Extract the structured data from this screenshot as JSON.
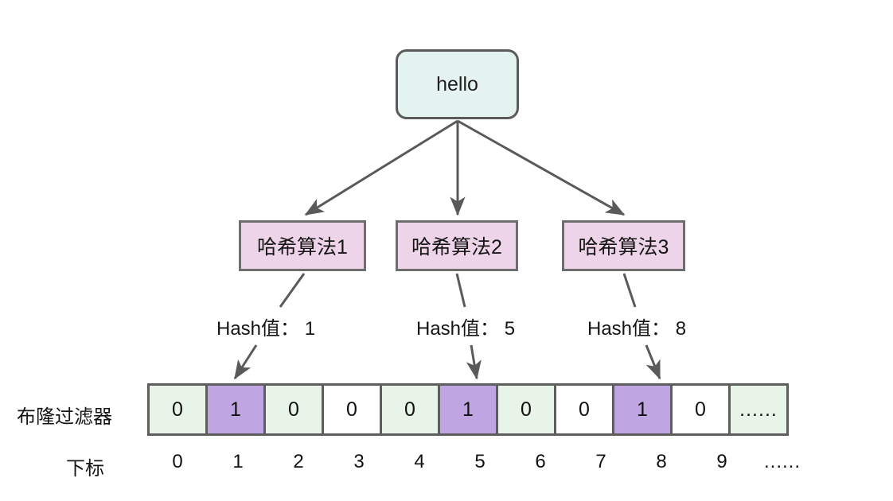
{
  "diagram": {
    "title_node": {
      "label": "hello",
      "fill": "#e4f2f0",
      "stroke": "#5a5a5a"
    },
    "hash_nodes": [
      {
        "label": "哈希算法1",
        "fill": "#eed4e8",
        "stroke": "#6d6d6d"
      },
      {
        "label": "哈希算法2",
        "fill": "#eed4e8",
        "stroke": "#6d6d6d"
      },
      {
        "label": "哈希算法3",
        "fill": "#eed4e8",
        "stroke": "#6d6d6d"
      }
    ],
    "hash_values": [
      {
        "text": "Hash值： 1",
        "value": 1
      },
      {
        "text": "Hash值： 5",
        "value": 5
      },
      {
        "text": "Hash值： 8",
        "value": 8
      }
    ],
    "bloom_filter": {
      "row_label": "布隆过滤器",
      "index_label": "下标",
      "bits": [
        "0",
        "1",
        "0",
        "0",
        "0",
        "1",
        "0",
        "0",
        "1",
        "0",
        "......"
      ],
      "indices": [
        "0",
        "1",
        "2",
        "3",
        "4",
        "5",
        "6",
        "7",
        "8",
        "9",
        "......"
      ],
      "set_bits": [
        1,
        5,
        8
      ],
      "colors": {
        "set_fill": "#bfa6e2",
        "tint_fill": "#e8f4e7",
        "empty_fill": "#ffffff",
        "border": "#5d5d5d"
      }
    },
    "edge_color": "#5a5a5a"
  }
}
